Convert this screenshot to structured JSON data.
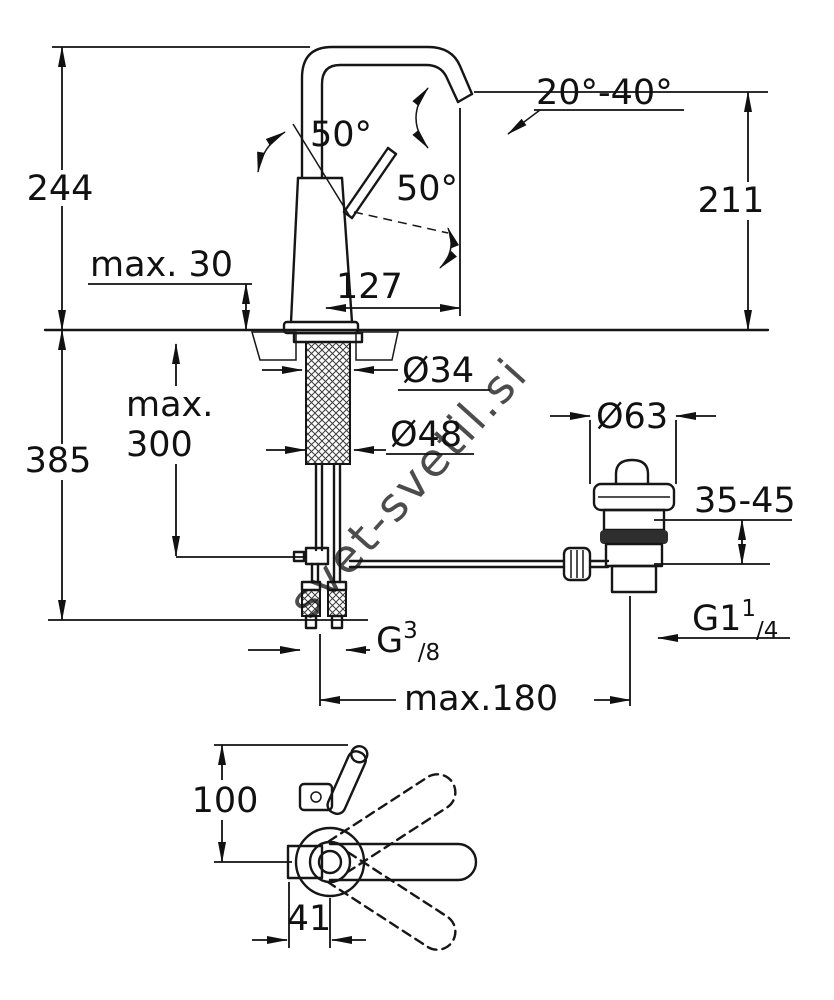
{
  "watermark": {
    "text": "svet-svetil.si"
  },
  "colors": {
    "line": "#161616",
    "watermark": "#c2c2c2",
    "seal_band": "#2e2e2e"
  },
  "labels": {
    "dim_244": "244",
    "dim_385": "385",
    "dim_max30": "max. 30",
    "dim_max300_line1": "max.",
    "dim_max300_line2": "300",
    "angle_50_left": "50°",
    "angle_50_right": "50°",
    "angle_spout": "20°-40°",
    "dim_211": "211",
    "dim_127": "127",
    "dia_34": "Ø34",
    "dia_48": "Ø48",
    "dia_63": "Ø63",
    "dim_35_45": "35-45",
    "dim_max180": "max.180",
    "dim_100": "100",
    "dim_41": "41",
    "thread_hose": {
      "base": "G",
      "num": "3",
      "den": "/8"
    },
    "thread_drain": {
      "base": "G1",
      "num": "1",
      "den": "/4"
    }
  }
}
